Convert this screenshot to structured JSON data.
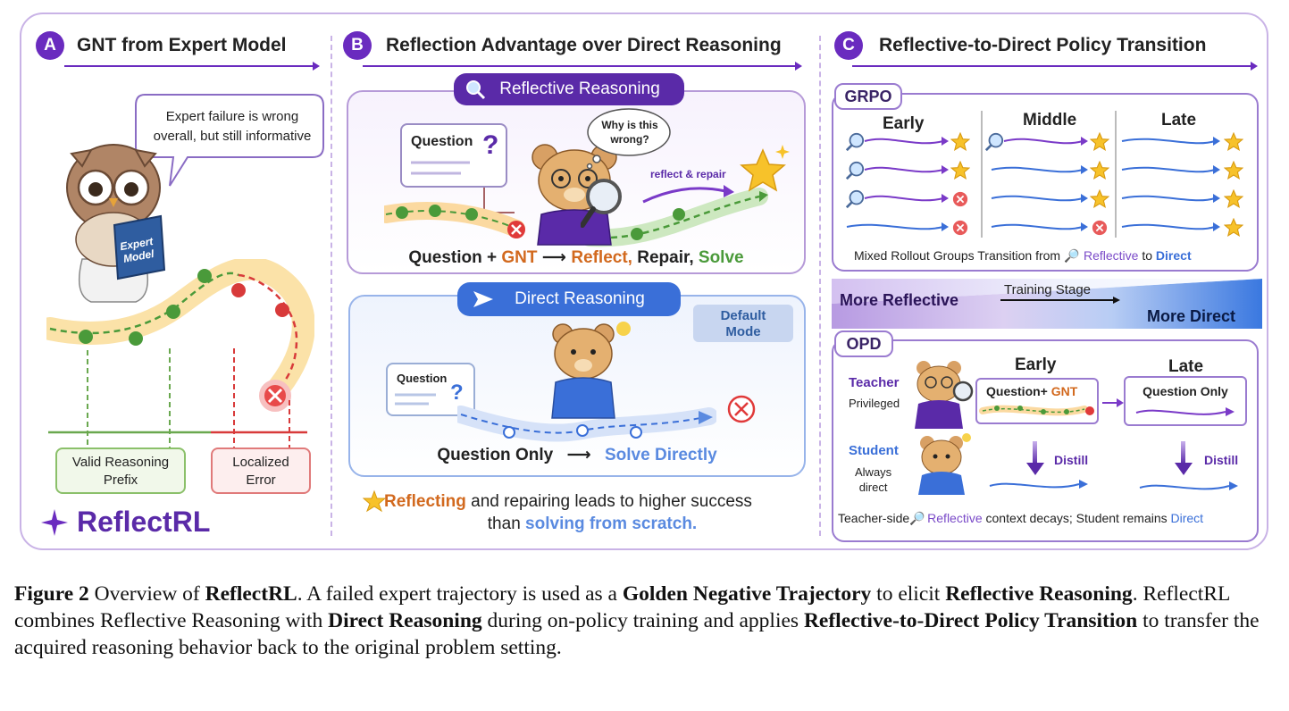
{
  "colors": {
    "frame": "#c9b3e6",
    "purple": "#6a2bbf",
    "blue": "#3a6fd8",
    "red": "#d83a3a",
    "green": "#4a9a3a",
    "orange": "#d2691e"
  },
  "section_a": {
    "badge": "A",
    "title": "GNT from Expert Model",
    "bubble_line1": "Expert failure is wrong",
    "bubble_line2": "overall, but still informative",
    "book_line1": "Expert",
    "book_line2": "Model",
    "valid_line1": "Valid Reasoning",
    "valid_line2": "Prefix",
    "error_line1": "Localized",
    "error_line2": "Error",
    "logo": "ReflectRL"
  },
  "section_b": {
    "badge": "B",
    "title": "Reflection Advantage over Direct Reasoning",
    "reflective_label": "Reflective Reasoning",
    "question_label": "Question",
    "thought_line1": "Why is this",
    "thought_line2": "wrong?",
    "reflect_repair": "reflect & repair",
    "formula_q": "Question +",
    "formula_gnt": "GNT",
    "formula_arrow": "⟶",
    "formula_reflect": "Reflect,",
    "formula_repair": "Repair,",
    "formula_solve": "Solve",
    "direct_label": "Direct Reasoning",
    "default_line1": "Default",
    "default_line2": "Mode",
    "question_label2": "Question",
    "direct_q": "Question Only",
    "direct_arrow": "⟶",
    "direct_solve": "Solve Directly",
    "takeaway_reflecting": "Reflecting",
    "takeaway_rest": " and repairing leads to higher success",
    "takeaway_than": "than ",
    "takeaway_scratch": "solving from scratch."
  },
  "section_c": {
    "badge": "C",
    "title": "Reflective-to-Direct Policy Transition",
    "grpo_tag": "GRPO",
    "early": "Early",
    "middle": "Middle",
    "late": "Late",
    "grpo_note_pre": "Mixed Rollout Groups Transition from ",
    "grpo_note_reflective": "Reflective",
    "grpo_note_to": " to ",
    "grpo_note_direct": "Direct",
    "more_reflective": "More Reflective",
    "training_stage": "Training Stage",
    "more_direct": "More Direct",
    "opd_tag": "OPD",
    "teacher": "Teacher",
    "privileged": "Privileged",
    "student": "Student",
    "always": "Always",
    "direct_word": "direct",
    "opd_early": "Early",
    "opd_late": "Late",
    "q_gnt_pre": "Question+ ",
    "q_gnt_gnt": "GNT",
    "q_only": "Question Only",
    "distill1": "Distill",
    "distill2": "Distill",
    "opd_note_pre": "Teacher-side",
    "opd_note_reflective": "Reflective",
    "opd_note_mid": " context decays; Student remains ",
    "opd_note_direct": "Direct"
  },
  "caption": {
    "fig": "Figure 2",
    "t1": "  Overview of ",
    "b1": "ReflectRL",
    "t2": ". A failed expert trajectory is used as a ",
    "b2": "Golden Negative Trajectory",
    "t3": " to elicit ",
    "b3": "Reflective Reasoning",
    "t4": ". ReflectRL combines Reflective Reasoning with ",
    "b4": "Direct Reasoning",
    "t5": " during on-policy training and applies ",
    "b5": "Reflective-to-Direct Policy Transition",
    "t6": " to transfer the acquired reasoning behavior back to the original problem setting."
  }
}
